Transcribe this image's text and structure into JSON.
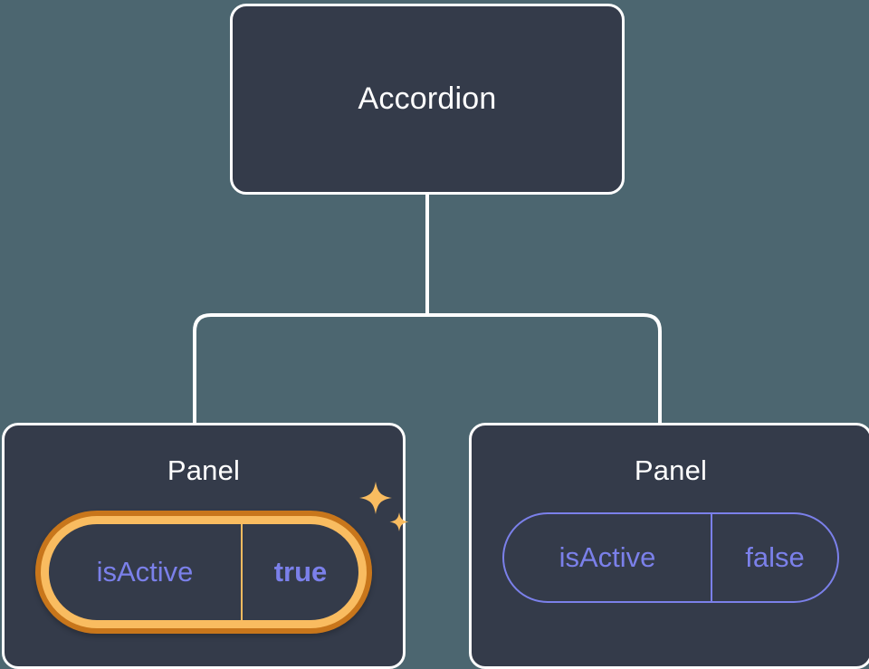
{
  "diagram": {
    "type": "component-tree",
    "background_color": "#4c6670",
    "node_fill_color": "#343b4a",
    "node_border_color": "#ffffff",
    "connector_color": "#ffffff",
    "prop_text_color": "#7b80ea",
    "highlight_inner_color": "#f9bc60",
    "highlight_outer_color": "#c8761b"
  },
  "root": {
    "label": "Accordion"
  },
  "panels": [
    {
      "label": "Panel",
      "highlighted": true,
      "prop": {
        "name": "isActive",
        "value": "true",
        "value_bold": true
      },
      "sparkle_large_icon": "sparkle-icon",
      "sparkle_small_icon": "sparkle-icon"
    },
    {
      "label": "Panel",
      "highlighted": false,
      "prop": {
        "name": "isActive",
        "value": "false",
        "value_bold": false
      }
    }
  ]
}
